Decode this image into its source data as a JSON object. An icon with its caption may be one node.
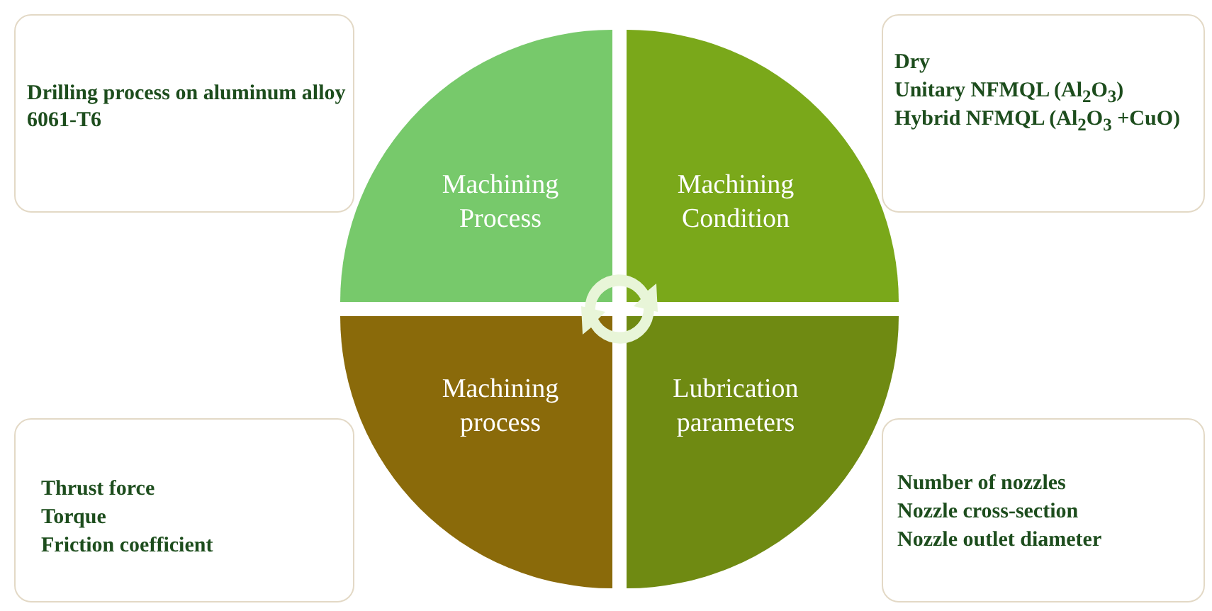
{
  "diagram": {
    "nodes": [
      {
        "text": [
          "Drilling  process on aluminum alloy 6061-T6"
        ]
      },
      {
        "text": [
          "Dry",
          "Unitary NFMQL (Al$_{2}$O$_{3}$)",
          "Hybrid NFMQL (Al$_{2}$O$_{3}$ +CuO)"
        ]
      },
      {
        "text": [
          "Machining Process"
        ]
      },
      {
        "text": [
          "Machining Condition"
        ]
      },
      {
        "text": [
          "Machining process"
        ]
      },
      {
        "text": [
          "Lubrication parameters"
        ]
      },
      {
        "text": [
          "Thrust force",
          "Torque",
          "Friction coefficient"
        ]
      },
      {
        "text": [
          "Number of nozzles",
          "Nozzle cross-section",
          "Nozzle outlet diameter"
        ]
      }
    ]
  }
}
